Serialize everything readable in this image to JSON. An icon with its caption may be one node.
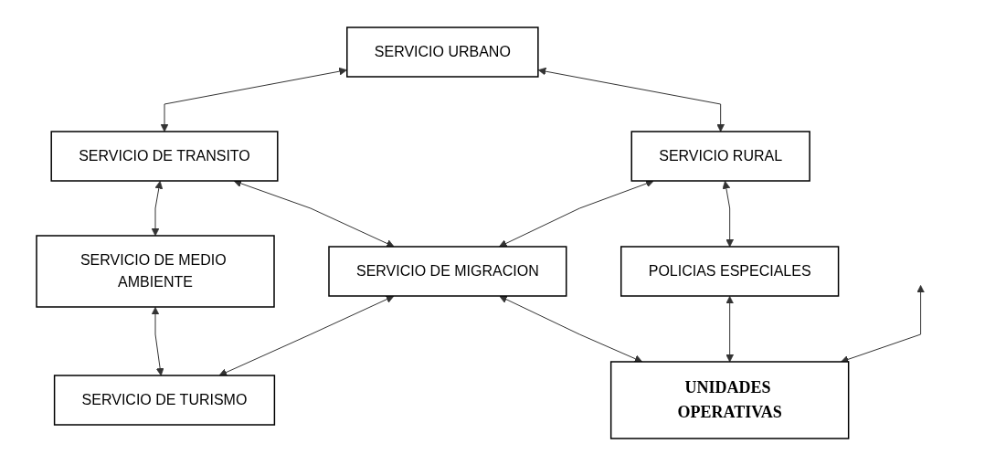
{
  "diagram": {
    "nodes": [
      {
        "text": [
          "SERVICIO URBANO"
        ]
      },
      {
        "text": [
          "SERVICIO RURAL"
        ]
      },
      {
        "text": [
          "POLICIAS ESPECIALES"
        ]
      },
      {
        "text": [
          "SERVICIO DE TRANSITO"
        ]
      },
      {
        "text": [
          "SERVICIO DE MIGRACION"
        ]
      },
      {
        "text": [
          "UNIDADES OPERATIVAS"
        ]
      },
      {
        "text": [
          "SERVICIO DE MEDIO AMBIENTE"
        ]
      },
      {
        "text": [
          "SERVICIO DE TURISMO"
        ]
      }
    ],
    "edges": [
      {
        "from": 0,
        "to": 1,
        "arrow": "both"
      },
      {
        "from": 1,
        "to": 2,
        "arrow": "both"
      },
      {
        "from": 0,
        "to": 3,
        "arrow": "both"
      },
      {
        "from": 1,
        "to": 4,
        "arrow": "both"
      },
      {
        "from": 2,
        "to": 5,
        "arrow": "both"
      },
      {
        "from": 3,
        "to": 4,
        "arrow": "both"
      },
      {
        "from": 4,
        "to": 5,
        "arrow": "both"
      },
      {
        "from": 3,
        "to": 6,
        "arrow": "both"
      },
      {
        "from": 4,
        "to": 7,
        "arrow": "both"
      },
      {
        "from": 6,
        "to": 7,
        "arrow": "both"
      },
      {
        "from": null,
        "to": 5,
        "arrow": "both"
      }
    ]
  }
}
